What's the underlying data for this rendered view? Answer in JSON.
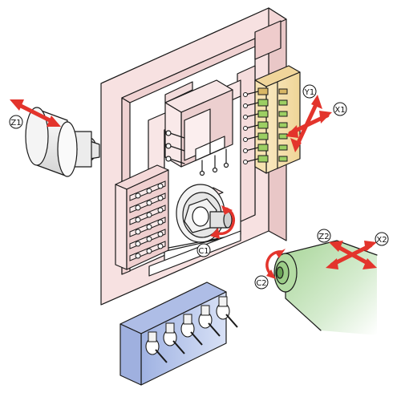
{
  "axis_labels": {
    "z1": "Z1",
    "y1": "Y1",
    "x1": "X1",
    "c1": "C1",
    "z2": "Z2",
    "x2": "X2",
    "c2": "C2"
  },
  "colors": {
    "frame": "#f6dede",
    "frame_side": "#e7c3c3",
    "gang_block": "#f7e3b4",
    "tool_green": "#9ccf63",
    "tool_gold": "#d9b765",
    "sub_spindle": "#c7e3bf",
    "tool_holder": "#b9c7e9",
    "motion_arrow": "#e3342c",
    "left_spindle": "#f2f2f2"
  }
}
